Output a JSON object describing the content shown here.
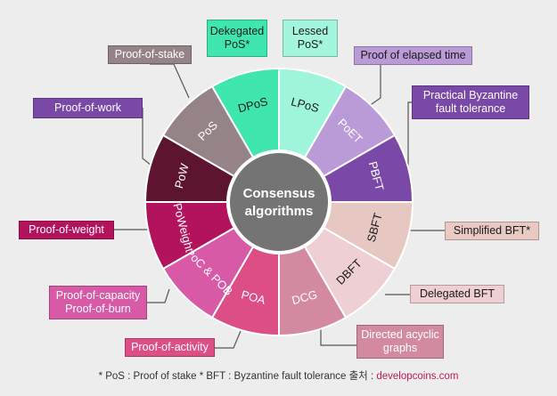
{
  "center": {
    "line1": "Consensus",
    "line2": "algorithms",
    "color": "#747474",
    "border": "#ffffff"
  },
  "segments": [
    {
      "abbr": "DPoS",
      "color": "#3fe6ad",
      "text": "#1a1a1a"
    },
    {
      "abbr": "LPoS",
      "color": "#9ff5dc",
      "text": "#1a1a1a"
    },
    {
      "abbr": "PoET",
      "color": "#bb9ad8",
      "text": "#ffffff"
    },
    {
      "abbr": "PBFT",
      "color": "#7a49a8",
      "text": "#ffffff"
    },
    {
      "abbr": "SBFT",
      "color": "#e7c7c2",
      "text": "#1a1a1a"
    },
    {
      "abbr": "DBFT",
      "color": "#eecfd3",
      "text": "#1a1a1a"
    },
    {
      "abbr": "DCG",
      "color": "#d38aa0",
      "text": "#ffffff"
    },
    {
      "abbr": "POA",
      "color": "#dd4d86",
      "text": "#ffffff"
    },
    {
      "abbr": "PoC & POB",
      "color": "#d85aa6",
      "text": "#ffffff"
    },
    {
      "abbr": "PoWeight",
      "color": "#b3125c",
      "text": "#ffffff"
    },
    {
      "abbr": "PoW",
      "color": "#5d1430",
      "text": "#ffffff"
    },
    {
      "abbr": "PoS",
      "color": "#958387",
      "text": "#ffffff"
    }
  ],
  "labels": [
    {
      "text": "Dekegated\nPoS*",
      "bg": "#40e6b0",
      "fg": "#1a1a1a"
    },
    {
      "text": "Lessed\nPoS*",
      "bg": "#a4f5dd",
      "fg": "#1a1a1a"
    },
    {
      "text": "Proof of elapsed time",
      "bg": "#bb9ad8",
      "fg": "#1a1a1a"
    },
    {
      "text": "Practical Byzantine\nfault tolerance",
      "bg": "#7a49a8",
      "fg": "#ffffff"
    },
    {
      "text": "Simplified BFT*",
      "bg": "#e8c9c4",
      "fg": "#1a1a1a"
    },
    {
      "text": "Delegated BFT",
      "bg": "#eecfd3",
      "fg": "#1a1a1a"
    },
    {
      "text": "Directed acyclic\ngraphs",
      "bg": "#d38aa0",
      "fg": "#ffffff"
    },
    {
      "text": "Proof-of-activity",
      "bg": "#dd4d86",
      "fg": "#ffffff"
    },
    {
      "text": "Proof-of-capacity\nProof-of-burn",
      "bg": "#d85aa6",
      "fg": "#ffffff"
    },
    {
      "text": "Proof-of-weight",
      "bg": "#b3125c",
      "fg": "#ffffff"
    },
    {
      "text": "Proof-of-work",
      "bg": "#7a49a8",
      "fg": "#ffffff"
    },
    {
      "text": "Proof-of-stake",
      "bg": "#958387",
      "fg": "#ffffff"
    }
  ],
  "footnote": {
    "text": "* PoS : Proof of stake  * BFT : Byzantine fault tolerance  출처 : ",
    "source": "developcoins.com"
  },
  "colors": {
    "background": "#ededed",
    "line": "#555555",
    "wheel_border": "#ffffff"
  }
}
